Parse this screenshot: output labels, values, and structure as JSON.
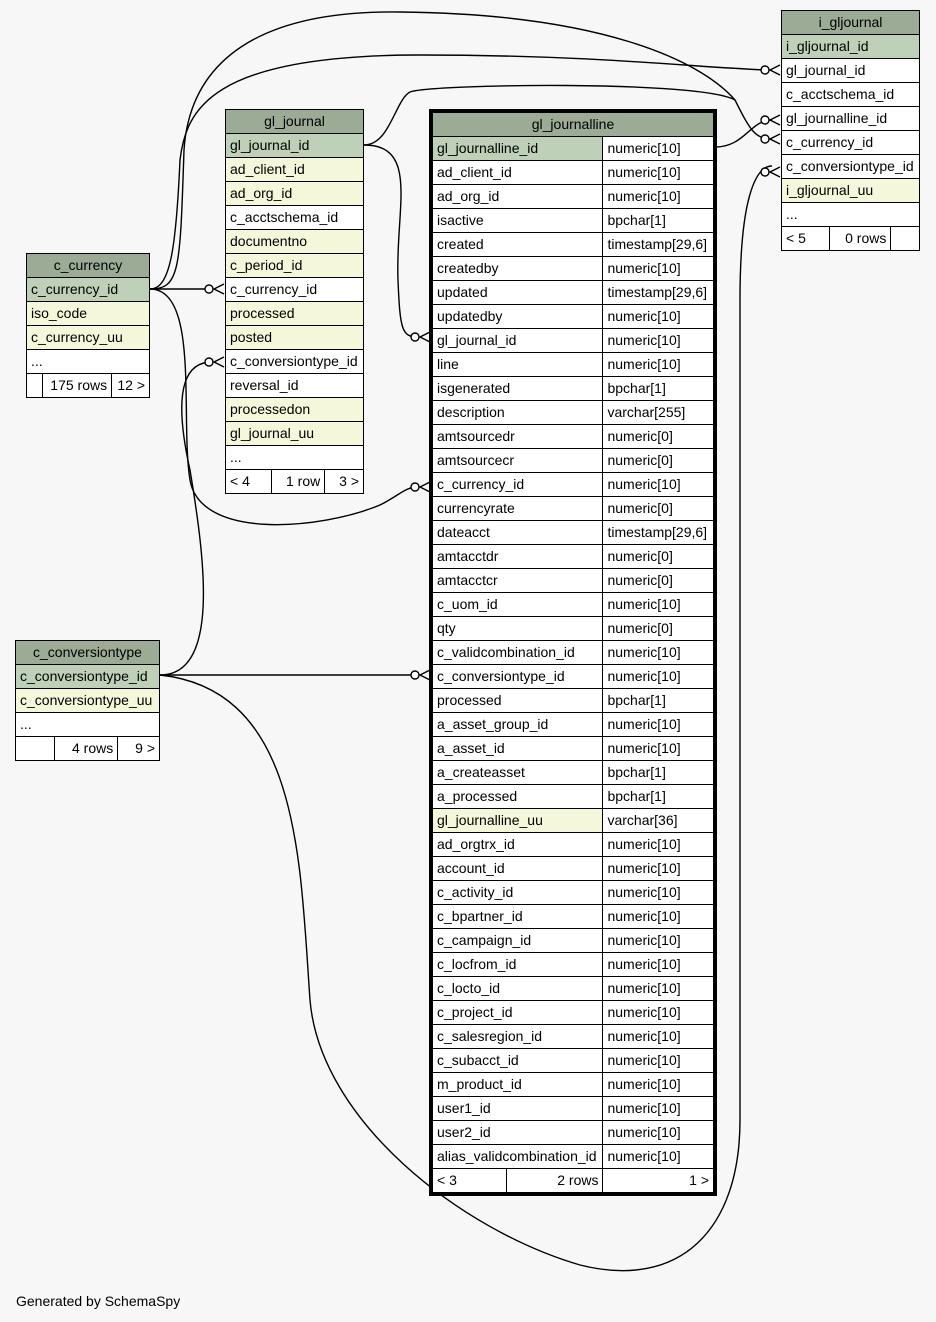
{
  "footer": "Generated by SchemaSpy",
  "tables": {
    "i_gljournal": {
      "name": "i_gljournal",
      "columns": [
        {
          "name": "i_gljournal_id",
          "kind": "pk"
        },
        {
          "name": "gl_journal_id",
          "kind": ""
        },
        {
          "name": "c_acctschema_id",
          "kind": ""
        },
        {
          "name": "gl_journalline_id",
          "kind": ""
        },
        {
          "name": "c_currency_id",
          "kind": ""
        },
        {
          "name": "c_conversiontype_id",
          "kind": ""
        },
        {
          "name": "i_gljournal_uu",
          "kind": "idx"
        }
      ],
      "more": "...",
      "footer": [
        "< 5",
        "0 rows",
        ""
      ]
    },
    "gl_journal": {
      "name": "gl_journal",
      "columns": [
        {
          "name": "gl_journal_id",
          "kind": "pk"
        },
        {
          "name": "ad_client_id",
          "kind": "idx"
        },
        {
          "name": "ad_org_id",
          "kind": "idx"
        },
        {
          "name": "c_acctschema_id",
          "kind": ""
        },
        {
          "name": "documentno",
          "kind": "idx"
        },
        {
          "name": "c_period_id",
          "kind": "idx"
        },
        {
          "name": "c_currency_id",
          "kind": ""
        },
        {
          "name": "processed",
          "kind": "idx"
        },
        {
          "name": "posted",
          "kind": "idx"
        },
        {
          "name": "c_conversiontype_id",
          "kind": ""
        },
        {
          "name": "reversal_id",
          "kind": ""
        },
        {
          "name": "processedon",
          "kind": "idx"
        },
        {
          "name": "gl_journal_uu",
          "kind": "idx"
        }
      ],
      "more": "...",
      "footer": [
        "< 4",
        "1 row",
        "3 >"
      ]
    },
    "c_currency": {
      "name": "c_currency",
      "columns": [
        {
          "name": "c_currency_id",
          "kind": "pk"
        },
        {
          "name": "iso_code",
          "kind": "idx"
        },
        {
          "name": "c_currency_uu",
          "kind": "idx"
        }
      ],
      "more": "...",
      "footer": [
        "",
        "175 rows",
        "12 >"
      ]
    },
    "c_conversiontype": {
      "name": "c_conversiontype",
      "columns": [
        {
          "name": "c_conversiontype_id",
          "kind": "pk"
        },
        {
          "name": "c_conversiontype_uu",
          "kind": "idx"
        }
      ],
      "more": "...",
      "footer": [
        "",
        "4 rows",
        "9 >"
      ]
    },
    "gl_journalline": {
      "name": "gl_journalline",
      "columns": [
        {
          "name": "gl_journalline_id",
          "type": "numeric[10]",
          "kind": "pk"
        },
        {
          "name": "ad_client_id",
          "type": "numeric[10]",
          "kind": ""
        },
        {
          "name": "ad_org_id",
          "type": "numeric[10]",
          "kind": ""
        },
        {
          "name": "isactive",
          "type": "bpchar[1]",
          "kind": ""
        },
        {
          "name": "created",
          "type": "timestamp[29,6]",
          "kind": ""
        },
        {
          "name": "createdby",
          "type": "numeric[10]",
          "kind": ""
        },
        {
          "name": "updated",
          "type": "timestamp[29,6]",
          "kind": ""
        },
        {
          "name": "updatedby",
          "type": "numeric[10]",
          "kind": ""
        },
        {
          "name": "gl_journal_id",
          "type": "numeric[10]",
          "kind": ""
        },
        {
          "name": "line",
          "type": "numeric[10]",
          "kind": ""
        },
        {
          "name": "isgenerated",
          "type": "bpchar[1]",
          "kind": ""
        },
        {
          "name": "description",
          "type": "varchar[255]",
          "kind": ""
        },
        {
          "name": "amtsourcedr",
          "type": "numeric[0]",
          "kind": ""
        },
        {
          "name": "amtsourcecr",
          "type": "numeric[0]",
          "kind": ""
        },
        {
          "name": "c_currency_id",
          "type": "numeric[10]",
          "kind": ""
        },
        {
          "name": "currencyrate",
          "type": "numeric[0]",
          "kind": ""
        },
        {
          "name": "dateacct",
          "type": "timestamp[29,6]",
          "kind": ""
        },
        {
          "name": "amtacctdr",
          "type": "numeric[0]",
          "kind": ""
        },
        {
          "name": "amtacctcr",
          "type": "numeric[0]",
          "kind": ""
        },
        {
          "name": "c_uom_id",
          "type": "numeric[10]",
          "kind": ""
        },
        {
          "name": "qty",
          "type": "numeric[0]",
          "kind": ""
        },
        {
          "name": "c_validcombination_id",
          "type": "numeric[10]",
          "kind": ""
        },
        {
          "name": "c_conversiontype_id",
          "type": "numeric[10]",
          "kind": ""
        },
        {
          "name": "processed",
          "type": "bpchar[1]",
          "kind": ""
        },
        {
          "name": "a_asset_group_id",
          "type": "numeric[10]",
          "kind": ""
        },
        {
          "name": "a_asset_id",
          "type": "numeric[10]",
          "kind": ""
        },
        {
          "name": "a_createasset",
          "type": "bpchar[1]",
          "kind": ""
        },
        {
          "name": "a_processed",
          "type": "bpchar[1]",
          "kind": ""
        },
        {
          "name": "gl_journalline_uu",
          "type": "varchar[36]",
          "kind": "idx"
        },
        {
          "name": "ad_orgtrx_id",
          "type": "numeric[10]",
          "kind": ""
        },
        {
          "name": "account_id",
          "type": "numeric[10]",
          "kind": ""
        },
        {
          "name": "c_activity_id",
          "type": "numeric[10]",
          "kind": ""
        },
        {
          "name": "c_bpartner_id",
          "type": "numeric[10]",
          "kind": ""
        },
        {
          "name": "c_campaign_id",
          "type": "numeric[10]",
          "kind": ""
        },
        {
          "name": "c_locfrom_id",
          "type": "numeric[10]",
          "kind": ""
        },
        {
          "name": "c_locto_id",
          "type": "numeric[10]",
          "kind": ""
        },
        {
          "name": "c_project_id",
          "type": "numeric[10]",
          "kind": ""
        },
        {
          "name": "c_salesregion_id",
          "type": "numeric[10]",
          "kind": ""
        },
        {
          "name": "c_subacct_id",
          "type": "numeric[10]",
          "kind": ""
        },
        {
          "name": "m_product_id",
          "type": "numeric[10]",
          "kind": ""
        },
        {
          "name": "user1_id",
          "type": "numeric[10]",
          "kind": ""
        },
        {
          "name": "user2_id",
          "type": "numeric[10]",
          "kind": ""
        },
        {
          "name": "alias_validcombination_id",
          "type": "numeric[10]",
          "kind": ""
        }
      ],
      "footer": [
        "< 3",
        "2 rows",
        "1 >"
      ]
    }
  }
}
